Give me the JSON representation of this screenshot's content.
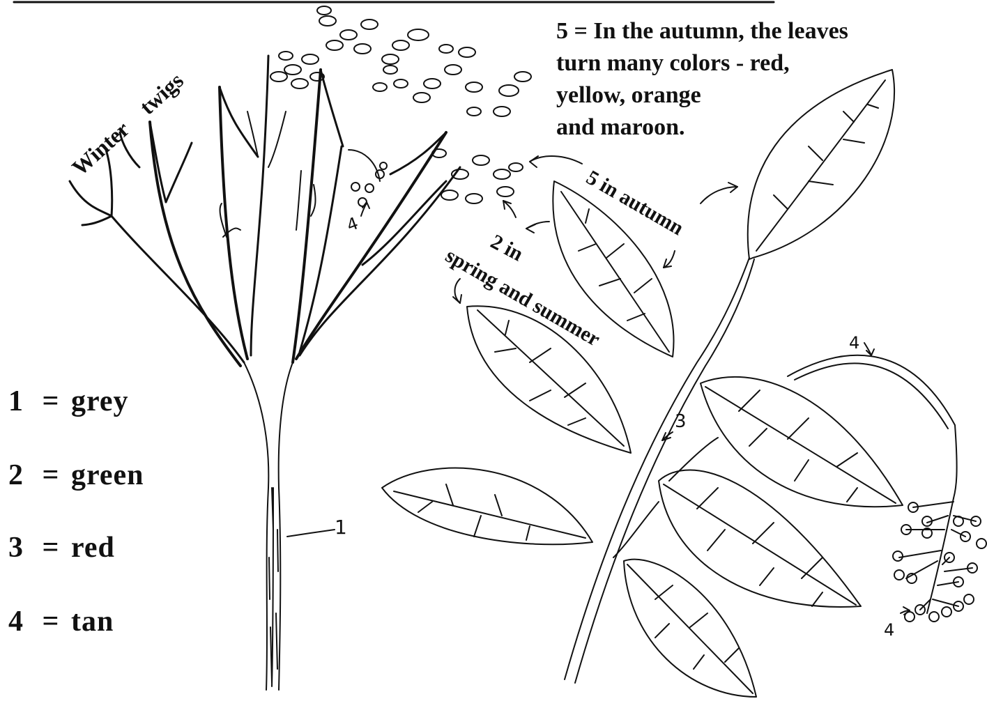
{
  "labels": {
    "winter_twigs": "Winter twigs",
    "autumn_note": "5 = In the autumn, the leaves\nturn many colors - red,\nyellow, orange\nand maroon.",
    "autumn_arrow": "5 in autumn",
    "spring_line1": "2 in",
    "spring_line2": "spring and summer",
    "callout_1": "1",
    "callout_3": "3",
    "callout_4_top": "4",
    "callout_4_right": "4",
    "callout_4_bottom": "4"
  },
  "key": [
    {
      "num": "1",
      "eq": "=",
      "color": "grey"
    },
    {
      "num": "2",
      "eq": "=",
      "color": "green"
    },
    {
      "num": "3",
      "eq": "=",
      "color": "red"
    },
    {
      "num": "4",
      "eq": "=",
      "color": "tan"
    }
  ],
  "colors": {
    "ink": "#111111",
    "paper": "#ffffff"
  }
}
